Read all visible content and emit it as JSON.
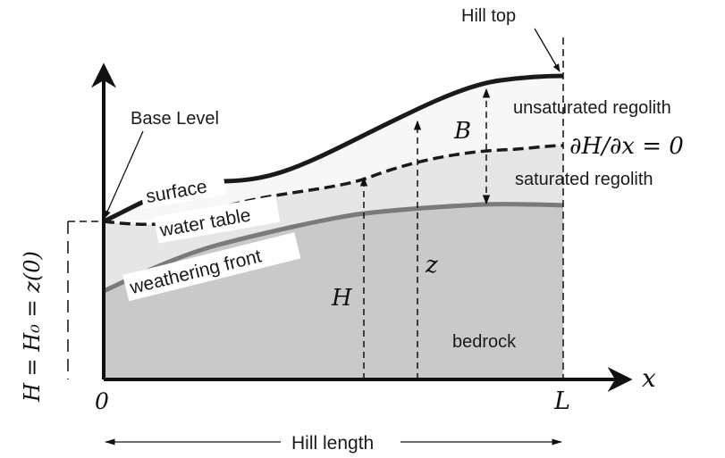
{
  "labels": {
    "hill_top": "Hill top",
    "base_level": "Base Level",
    "unsaturated": "unsaturated regolith",
    "saturated": "saturated regolith",
    "bedrock": "bedrock",
    "surface": "surface",
    "water_table": "water table",
    "weathering_front": "weathering front",
    "hill_length": "Hill length"
  },
  "math": {
    "B": "B",
    "z": "z",
    "H": "H",
    "x": "x",
    "L": "L",
    "zero": "0",
    "boundary_condition": "∂H/∂x = 0",
    "base_condition": "H = H₀ = z(0)"
  },
  "colors": {
    "unsaturated_fill": "#f7f7f7",
    "saturated_fill": "#e6e6e6",
    "bedrock_fill": "#c9c9c9",
    "surface_line": "#1a1a1a",
    "water_table_line": "#1a1a1a",
    "weathering_front_line": "#7a7a7a"
  }
}
